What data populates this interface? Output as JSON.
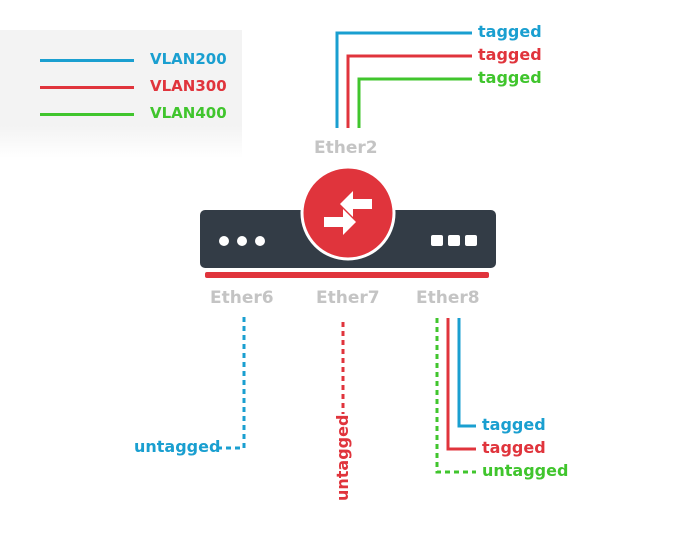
{
  "colors": {
    "vlan200": "#1a9fd0",
    "vlan300": "#e0343c",
    "vlan400": "#40c52d",
    "device": "#333c46",
    "accent": "#e0343c",
    "port_label": "#c4c4c4"
  },
  "legend": [
    {
      "label": "VLAN200",
      "color": "#1a9fd0"
    },
    {
      "label": "VLAN300",
      "color": "#e0343c"
    },
    {
      "label": "VLAN400",
      "color": "#40c52d"
    }
  ],
  "ports": {
    "ether2": "Ether2",
    "ether6": "Ether6",
    "ether7": "Ether7",
    "ether8": "Ether8"
  },
  "links": {
    "ether2_vlan200": "tagged",
    "ether2_vlan300": "tagged",
    "ether2_vlan400": "tagged",
    "ether6_vlan200": "untagged",
    "ether7_vlan300": "untagged",
    "ether8_vlan200": "tagged",
    "ether8_vlan300": "tagged",
    "ether8_vlan400": "untagged"
  },
  "icons": {
    "switch": "switch-arrows-icon",
    "left_ports": "port-dots-icon",
    "right_ports": "port-squares-icon"
  }
}
